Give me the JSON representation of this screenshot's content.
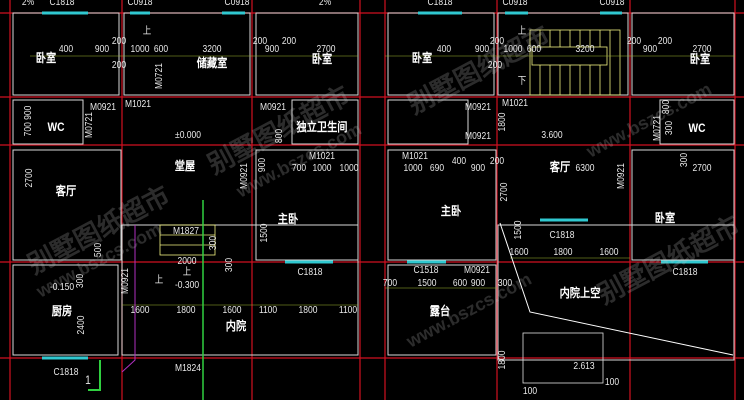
{
  "title": "Two-storey villa floor plans",
  "colors": {
    "background": "#000000",
    "axis": "#d01020",
    "wall": "#d8d8d8",
    "window": "#30c8d0",
    "dimension": "#c8e040",
    "stair": "#f0f080",
    "green": "#30d040",
    "magenta": "#b030c0"
  },
  "watermark": {
    "cn": "别墅图纸超市",
    "url": "www.bszcs.com"
  },
  "left_plan": {
    "labels": [
      "2%",
      "C1818",
      "C0918",
      "C0918",
      "2%",
      "卧室",
      "400",
      "900",
      "200",
      "1000",
      "600",
      "200",
      "3200",
      "储藏室",
      "200",
      "900",
      "200",
      "2700",
      "卧室",
      "M0721",
      "M1021",
      "M0921",
      "M0921",
      "WC",
      "700 900",
      "M0721",
      "独立卫生间",
      "±0.000",
      "堂屋",
      "M0921",
      "M1021",
      "700",
      "1000",
      "1000",
      "900",
      "2700",
      "客厅",
      "M1827",
      "主卧",
      "1500",
      "300",
      "2000",
      "上",
      "-0.300",
      "300",
      "M0921",
      "上",
      "-0.150",
      "300",
      "厨房",
      "2400",
      "1600",
      "1800",
      "1600",
      "1100",
      "1800",
      "1100",
      "内院",
      "M1824",
      "C1818",
      "C1818",
      "1",
      "500",
      "上",
      "800"
    ]
  },
  "right_plan": {
    "labels": [
      "C1818",
      "C0918",
      "C0918",
      "卧室",
      "400",
      "900",
      "200",
      "1000",
      "600",
      "3200",
      "200",
      "上",
      "下",
      "200",
      "900",
      "200",
      "2700",
      "卧室",
      "M1021",
      "M0921",
      "M0921",
      "1800",
      "800",
      "M0721",
      "300",
      "WC",
      "3.600",
      "M1021",
      "1000",
      "690",
      "400",
      "900",
      "200",
      "客厅",
      "6300",
      "M0921",
      "300",
      "2700",
      "2700",
      "主卧",
      "卧室",
      "1500",
      "C1818",
      "1600",
      "1800",
      "1600",
      "C1818",
      "C1518",
      "M0921",
      "700",
      "1500",
      "600",
      "900",
      "300",
      "露台",
      "内院上空",
      "1800",
      "2.613",
      "100",
      "100"
    ]
  }
}
